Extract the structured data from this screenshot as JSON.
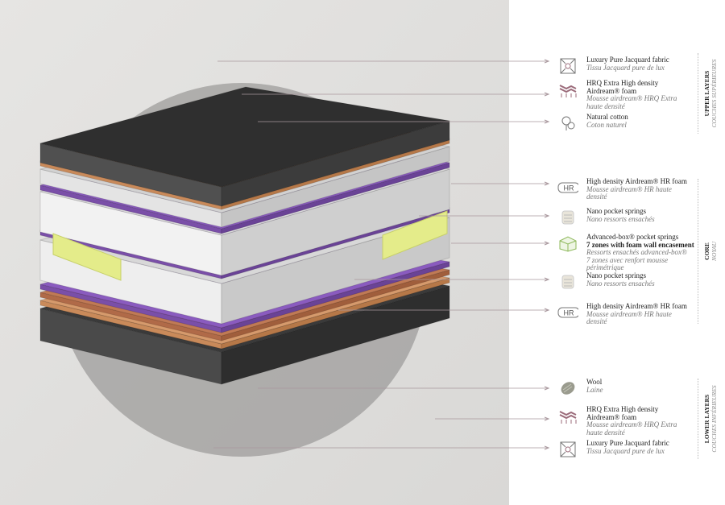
{
  "items": [
    {
      "en": "Luxury Pure Jacquard fabric",
      "fr": "Tissu Jacquard pure de lux",
      "icon": "jacquard-icon"
    },
    {
      "en": "HRQ Extra High density Airdream® foam",
      "fr": "Mousse airdream® HRQ Extra haute densité",
      "icon": "hrq-foam-icon"
    },
    {
      "en": "Natural cotton",
      "fr": "Coton naturel",
      "icon": "cotton-icon"
    },
    {
      "en": "High density Airdream® HR foam",
      "fr": "Mousse airdream® HR haute densité",
      "icon": "hr-foam-icon",
      "badge": "HR"
    },
    {
      "en": "Nano pocket springs",
      "fr": "Nano ressorts ensachés",
      "icon": "nano-springs-icon"
    },
    {
      "en": "Advanced-box® pocket springs",
      "en2": "7 zones with foam wall encasement",
      "fr": "Ressorts ensachés advanced-box® 7 zones avec renfort mousse périmétrique",
      "icon": "advanced-box-springs-icon"
    },
    {
      "en": "Nano pocket springs",
      "fr": "Nano ressorts ensachés",
      "icon": "nano-springs-icon"
    },
    {
      "en": "High density Airdream® HR foam",
      "fr": "Mousse airdream® HR haute densité",
      "icon": "hr-foam-icon",
      "badge": "HR"
    },
    {
      "en": "Wool",
      "fr": "Laine",
      "icon": "wool-icon"
    },
    {
      "en": "HRQ Extra High density Airdream® foam",
      "fr": "Mousse airdream® HRQ Extra haute densité",
      "icon": "hrq-foam-icon"
    },
    {
      "en": "Luxury Pure Jacquard fabric",
      "fr": "Tissu Jacquard pure de lux",
      "icon": "jacquard-icon"
    }
  ],
  "groups": [
    {
      "en": "UPPER LAYERS",
      "fr": "COUCHES SUPÉRIEURES"
    },
    {
      "en": "CORE",
      "fr": "NOYAU"
    },
    {
      "en": "LOWER LAYERS",
      "fr": "COUCHES INFÉRIEURES"
    }
  ],
  "colors": {
    "line": "#a8979d",
    "mauve": "#9b6b7a",
    "green": "#8db85a",
    "purple": "#7a4fa8",
    "orange": "#c98a5a"
  }
}
